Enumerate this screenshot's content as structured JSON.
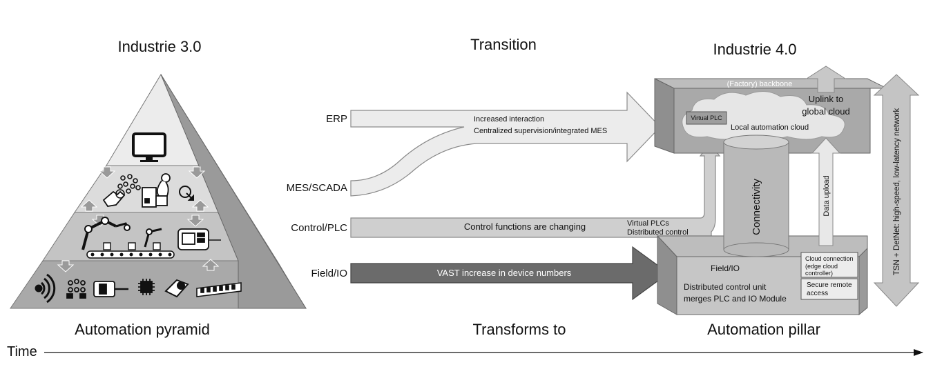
{
  "headers": {
    "left": "Industrie 3.0",
    "middle": "Transition",
    "right": "Industrie 4.0"
  },
  "footers": {
    "left": "Automation pyramid",
    "middle": "Transforms to",
    "right": "Automation pillar"
  },
  "time_label": "Time",
  "levels": {
    "erp": "ERP",
    "mes": "MES/SCADA",
    "control": "Control/PLC",
    "field": "Field/IO"
  },
  "arrows": {
    "erp_line1": "Increased interaction",
    "erp_line2": "Centralized supervision/integrated MES",
    "control": "Control functions are changing",
    "control_note1": "Virtual PLCs",
    "control_note2": "Distributed control",
    "field": "VAST increase in device numbers"
  },
  "pillar": {
    "backbone": "(Factory) backbone",
    "uplink_line1": "Uplink to",
    "uplink_line2": "global cloud",
    "virtual_plc": "Virtual PLC",
    "local_cloud": "Local automation cloud",
    "connectivity": "Connectivity",
    "data_upload": "Data upload",
    "field_io": "Field/IO",
    "dcu_line1": "Distributed control unit",
    "dcu_line2": "merges PLC and IO Module",
    "cloud_conn_line1": "Cloud connection",
    "cloud_conn_line2": "(edge cloud",
    "cloud_conn_line3": "controller)",
    "secure_line1": "Secure remote",
    "secure_line2": "access"
  },
  "tsn_label": "TSN + DetNet: high-speed, low-latency network",
  "icons": {
    "top": [
      "monitor-icon"
    ],
    "mes": [
      "network-nodes-icon",
      "hand-touch-icon",
      "worker-machine-icon",
      "click-target-icon"
    ],
    "control": [
      "robot-arm-icon",
      "conveyor-icon",
      "control-panel-icon"
    ],
    "field": [
      "wireless-icon",
      "sensor-cluster-icon",
      "usb-device-icon",
      "chip-icon",
      "motor-icon",
      "terminal-block-icon"
    ]
  }
}
